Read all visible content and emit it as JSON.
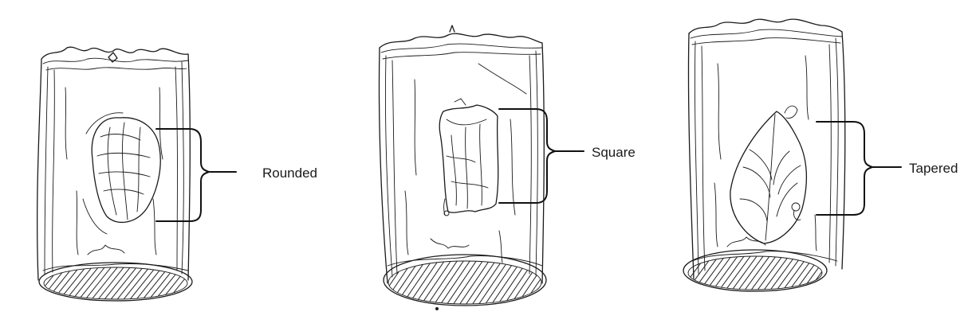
{
  "figure": {
    "panels": [
      {
        "id": "rounded",
        "label": "Rounded"
      },
      {
        "id": "square",
        "label": "Square"
      },
      {
        "id": "tapered",
        "label": "Tapered"
      }
    ]
  }
}
